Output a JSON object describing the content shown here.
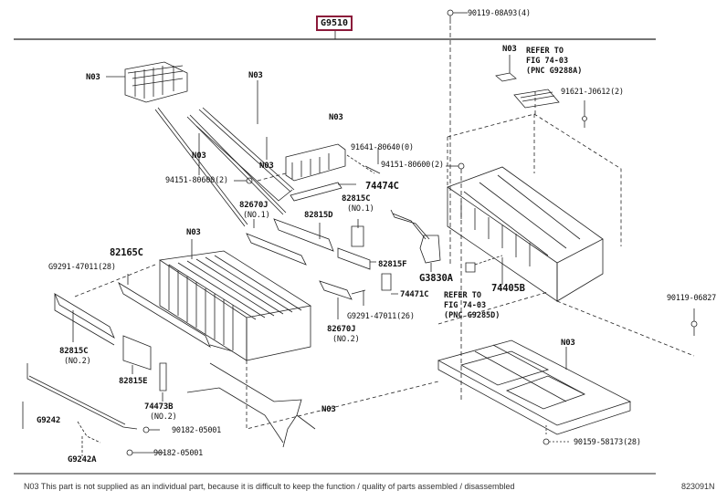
{
  "diagram": {
    "pnc_highlighted": "G9510",
    "highlight_color": "#8b1a3a",
    "figure_code": "823091N",
    "footnote": "N03 This part is not supplied as an individual part, because it is difficult to keep the function / quality of parts assembled / disassembled"
  },
  "labels": {
    "bolt_top": "90119-08A93(4)",
    "n03_tray_top": "N03",
    "refer_top": "REFER TO\nFIG 74-03\n(PNC G9288A)",
    "bolt_91621": "91621-J0612(2)",
    "n03_bracket": "N03",
    "n03_rod1": "N03",
    "n03_rod2": "N03",
    "n03_rod3": "N03",
    "n03_cover": "N03",
    "bolt_91641": "91641-80640(0)",
    "nut_94151_right": "94151-80600(2)",
    "nut_94151_left": "94151-80600(2)",
    "p74474C": "74474C",
    "p82815C_no1": "82815C",
    "p82815C_no1_sub": "(NO.1)",
    "p82670J_no1": "82670J",
    "p82670J_no1_sub": "(NO.1)",
    "p82815D": "82815D",
    "n03_battery": "N03",
    "p82165C": "82165C",
    "nut_g9291_left": "G9291-47011(28)",
    "p82815F": "82815F",
    "p74471C": "74471C",
    "g9291_mid": "G9291-47011(26)",
    "p82670J_no2": "82670J",
    "p82670J_no2_sub": "(NO.2)",
    "g3830A": "G3830A",
    "p74405B": "74405B",
    "refer_mid": "REFER TO\nFIG 74-03\n(PNC G9285D)",
    "bolt_90119_right": "90119-06827",
    "n03_lower_tray": "N03",
    "bolt_90159": "90159-58173(28)",
    "p82815C_no2": "82815C",
    "p82815C_no2_sub": "(NO.2)",
    "p82815E": "82815E",
    "p74473B": "74473B",
    "p74473B_sub": "(NO.2)",
    "g9242": "G9242",
    "g9242A": "G9242A",
    "bolt_90182_a": "90182-05001",
    "bolt_90182_b": "90182-05001",
    "n03_harness": "N03"
  }
}
